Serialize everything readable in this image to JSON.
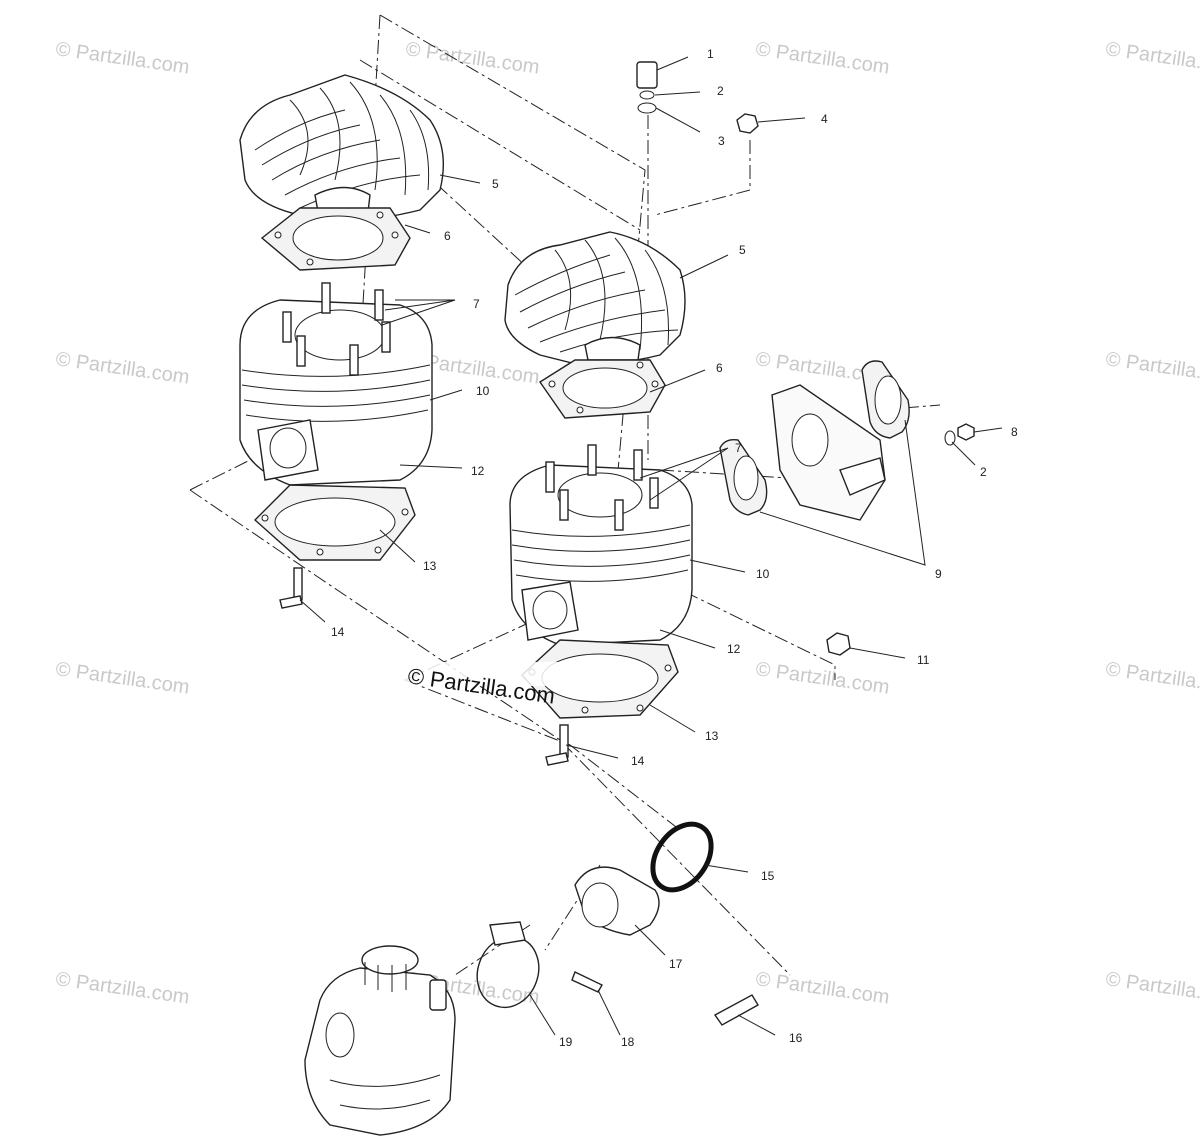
{
  "watermarks": {
    "corner": "© Partzilla.com",
    "center": "© Partzilla.com"
  },
  "callouts": [
    {
      "id": "c1",
      "label": "1"
    },
    {
      "id": "c2a",
      "label": "2"
    },
    {
      "id": "c3",
      "label": "3"
    },
    {
      "id": "c4",
      "label": "4"
    },
    {
      "id": "c5a",
      "label": "5"
    },
    {
      "id": "c6a",
      "label": "6"
    },
    {
      "id": "c7a",
      "label": "7"
    },
    {
      "id": "c10a",
      "label": "10"
    },
    {
      "id": "c12a",
      "label": "12"
    },
    {
      "id": "c13a",
      "label": "13"
    },
    {
      "id": "c14a",
      "label": "14"
    },
    {
      "id": "c5b",
      "label": "5"
    },
    {
      "id": "c6b",
      "label": "6"
    },
    {
      "id": "c7b",
      "label": "7"
    },
    {
      "id": "c8",
      "label": "8"
    },
    {
      "id": "c2b",
      "label": "2"
    },
    {
      "id": "c9",
      "label": "9"
    },
    {
      "id": "c10b",
      "label": "10"
    },
    {
      "id": "c11",
      "label": "11"
    },
    {
      "id": "c12b",
      "label": "12"
    },
    {
      "id": "c13b",
      "label": "13"
    },
    {
      "id": "c14b",
      "label": "14"
    },
    {
      "id": "c15",
      "label": "15"
    },
    {
      "id": "c17",
      "label": "17"
    },
    {
      "id": "c16",
      "label": "16"
    },
    {
      "id": "c18",
      "label": "18"
    },
    {
      "id": "c19",
      "label": "19"
    }
  ],
  "colors": {
    "line": "#222222",
    "watermark": "#c9c9c9",
    "background": "#ffffff"
  }
}
